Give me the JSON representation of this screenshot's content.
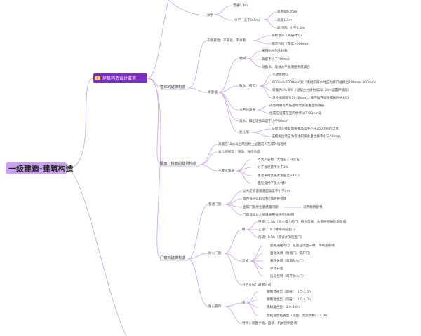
{
  "root": {
    "label": "一级建造-建筑构造",
    "color": "#a06ce0",
    "bg": "#c9a3f0"
  },
  "branch": {
    "label": "建筑构造设计要求",
    "bg": "#7b2cc4",
    "icon": "tag-icon"
  },
  "labels": {
    "parts": {
      "wall": "墙体的建筑构造",
      "roof": "屋面、楼面的建筑构造",
      "door": "门窗的建筑构造"
    },
    "stairs": {
      "handrail": "扶手",
      "h_normal": "普通0.9m",
      "h_horizontal": "水平（长于0.5m）",
      "h_single": "单条腿0.05m",
      "h_high": "高腿1.1m",
      "h_child": "幼儿园、小学0.2m"
    },
    "wall": {
      "nonbearing": "非承重墙：不美化、不承重",
      "nb_sep": "隔断墙声（隔层材料）",
      "nb_sound": "隔音气声（厚度>200mm",
      "bearing": "承重墙",
      "plinth": "勒脚",
      "pl_1": "采用防水耐久材料",
      "pl_2": "高度不小于700mm",
      "pl_3": "与散水、墙身水平防潮层形成闭合",
      "apron": "散水（明沟）",
      "ap_1": "不透水材料",
      "ap_2": "600mm-1000mm宽（无组织排水时应为檐口线挑出200mm-300mm）",
      "ap_3": "坡度为3%-5%（混凝土材质时按20-30m设置伸缩缝）",
      "ap_4": "与外墙间隙为20-30mm，缝内填充弹性膨胀防水材料",
      "dpc": "水平防潮层",
      "dpc_1": "内墙两侧有高低差时需加设垂直防潮层",
      "dpc_2": "位置应设置在室内地坪以下60mm处",
      "drip": "滴水：排出墙身高度不小于60mm",
      "parapet": "女儿墙",
      "pp_1": "与屋顶交接处需要做高度不小于250mm的泛水",
      "pp_2": "压檐板出墙应为有组织排水且出挑不小于60mm。"
    },
    "roof": {
      "r_1": "高度在18m以上两层楼上层面向人孔或外墙检修",
      "r_2": "幼儿园屋面：增强、弹性地面",
      "fireproof": "不发火面层",
      "fp_1": "不发火石材（大理石、白云石）",
      "fp_2": "砂子含泥量不大于3%",
      "fp_3": "水泥采用普通水泥强度>42.5",
      "fp_4": "面层提供不发火材料"
    },
    "door": {
      "ordinary": "普通门窗",
      "od_1": "公共走道窗扇底面高度不小于2m",
      "od_2": "窗台低于0.8m时应加防护措施",
      "od_3": "金属门窗要注意结露问题",
      "od_3b": "采用断桥铝材",
      "od_4": "门窗与墙体之间缝采用弹性密封材料",
      "fire_door": "防火门窗",
      "fd_grade": "级",
      "fd_a": "甲级：1.5h（防火墙上的门、特大型楼、头道防有关防烟防烟）",
      "fd_b": "乙级：1h（楼梯间前室门）",
      "fd_c": "丙级：0.5h（管道井的检查门）",
      "fd_type": "型式",
      "ft_1": "使用通往的门：设置在墙面一侧、不跨变形缝",
      "ft_2": "自动关闭（防烟门、常开门）",
      "ft_3": "顺序关闭（双扇防火门）",
      "ft_4": "手动开启",
      "ft_5": "信号控制（常开防火门）",
      "fd_open": "开启方向：疏散方向",
      "shutter": "防火卷帘",
      "sh_grade": "级",
      "sh_1": "钢制普通型（单层）：1.5-3.0h",
      "sh_2": "钢制复合型（双层）：2.0-4.0h",
      "sh_3": "无机复合型：3.0-4.0h",
      "sh_4": "无机复合轻质型（双面、无需水幕）：4.0h",
      "sh_note": "特点：双面手动、自动、机械控制启闭"
    }
  }
}
